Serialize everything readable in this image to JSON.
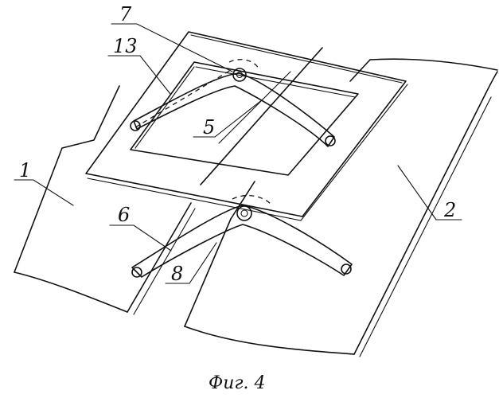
{
  "labels": {
    "l1": "1",
    "l2": "2",
    "l5": "5",
    "l6": "6",
    "l7": "7",
    "l8": "8",
    "l13": "13"
  },
  "caption": "Фиг. 4"
}
